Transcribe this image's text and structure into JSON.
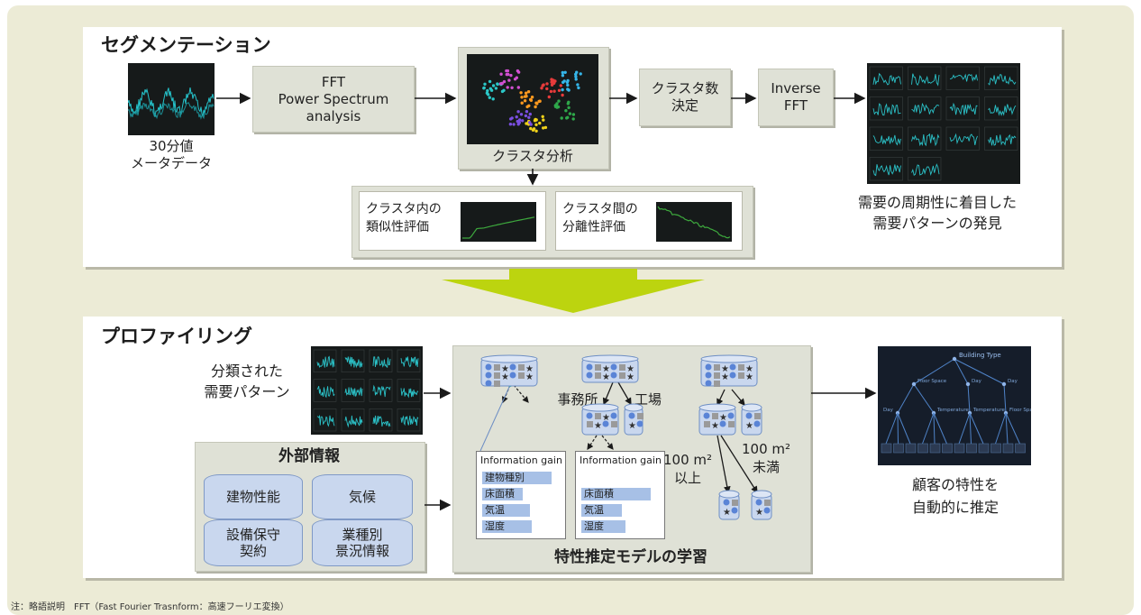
{
  "segmentation": {
    "title": "セグメンテーション",
    "meter_label_1": "30分値",
    "meter_label_2": "メータデータ",
    "fft_line1": "FFT",
    "fft_line2": "Power Spectrum",
    "fft_line3": "analysis",
    "cluster_label": "クラスタ分析",
    "cluster_count_1": "クラスタ数",
    "cluster_count_2": "決定",
    "inverse_1": "Inverse",
    "inverse_2": "FFT",
    "eval_within_1": "クラスタ内の",
    "eval_within_2": "類似性評価",
    "eval_between_1": "クラスタ間の",
    "eval_between_2": "分離性評価",
    "discovery_1": "需要の周期性に着目した",
    "discovery_2": "需要パターンの発見"
  },
  "profiling": {
    "title": "プロファイリング",
    "classified_1": "分類された",
    "classified_2": "需要パターン",
    "external_title": "外部情報",
    "ext_building": "建物性能",
    "ext_weather": "気候",
    "ext_equipment_1": "設備保守",
    "ext_equipment_2": "契約",
    "ext_industry_1": "業種別",
    "ext_industry_2": "景況情報",
    "office": "事務所",
    "factory": "工場",
    "area_over_1": "100 m²",
    "area_over_2": "以上",
    "area_under_1": "100 m²",
    "area_under_2": "未満",
    "ig_title": "Information gain",
    "ig1_items": [
      "建物種別",
      "床面積",
      "気温",
      "湿度"
    ],
    "ig1_fills": [
      0.88,
      0.5,
      0.6,
      0.62
    ],
    "ig2_items": [
      "床面積",
      "気温",
      "湿度"
    ],
    "ig2_fills": [
      0.88,
      0.5,
      0.55
    ],
    "model_label": "特性推定モデルの学習",
    "result_1": "顧客の特性を",
    "result_2": "自動的に推定",
    "tree_root": "Building Type",
    "tree_nodes": [
      "Floor Space",
      "Day",
      "Day",
      "Day",
      "Temperature",
      "Temperature",
      "Floor Space"
    ]
  },
  "footer": "注：略語説明　FFT（Fast Fourier Trasnform：高速フーリエ変換）",
  "colors": {
    "background": "#ecebd6",
    "arrow_green": "#bcd40f",
    "box_gray": "#dfe1d6",
    "cylinder_blue": "#c9d7ee",
    "teal_signal": "#25c4cc"
  }
}
